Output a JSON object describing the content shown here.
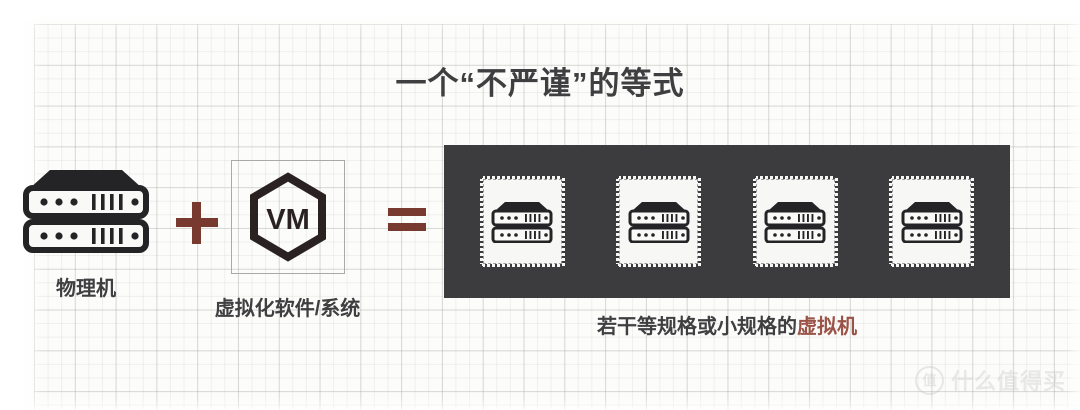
{
  "page": {
    "title_text": "一个“不严谨”的等式",
    "background_style": "graph-paper"
  },
  "equation": {
    "left_term": {
      "icon": "server-rack-icon",
      "label": "物理机"
    },
    "operator_plus": "+",
    "middle_term": {
      "icon": "vm-hexagon-icon",
      "icon_text": "VM",
      "label": "虚拟化软件/系统"
    },
    "operator_equals": "=",
    "right_term": {
      "panel_color": "#3c3c3f",
      "cards": [
        {
          "icon": "server-rack-icon"
        },
        {
          "icon": "server-rack-icon"
        },
        {
          "icon": "server-rack-icon"
        },
        {
          "icon": "server-rack-icon"
        }
      ],
      "caption_prefix": "若干等规格或小规格的",
      "caption_accent": "虚拟机",
      "caption_accent_color": "#9b5347"
    }
  },
  "colors": {
    "accent_red": "#78392e",
    "text_dark": "#3f3f41",
    "panel_dark": "#3c3c3f",
    "paper": "#fcfcfa"
  },
  "watermark": {
    "logo_text": "值",
    "text": "什么值得买"
  }
}
